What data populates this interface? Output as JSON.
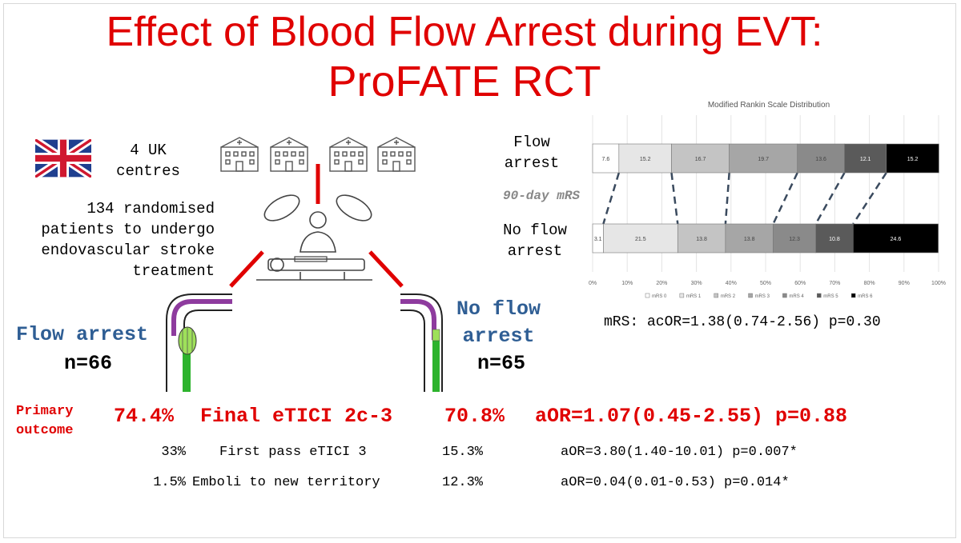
{
  "title_line1": "Effect of Blood Flow Arrest during EVT:",
  "title_line2": "ProFATE RCT",
  "centres": "4 UK\ncentres",
  "randomised": "134 randomised\npatients to undergo\nendovascular stroke\ntreatment",
  "arm_left": {
    "label": "Flow arrest",
    "n": "n=66"
  },
  "arm_right": {
    "label": "No flow\narrest",
    "n": "n=65"
  },
  "chart_row_labels": {
    "top": "Flow\narrest",
    "bottom": "No flow\narrest",
    "middle": "90-day mRS"
  },
  "mrs_result": "mRS: acOR=1.38(0.74-2.56) p=0.30",
  "primary": {
    "label": "Primary\noutcome",
    "left": "74.4%",
    "name": "Final eTICI 2c-3",
    "right": "70.8%",
    "stat": "aOR=1.07(0.45-2.55) p=0.88"
  },
  "secondary": [
    {
      "left": "33%",
      "name": "First pass eTICI 3",
      "right": "15.3%",
      "stat": "aOR=3.80(1.40-10.01) p=0.007*"
    },
    {
      "left": "1.5%",
      "name": "Emboli to new territory",
      "right": "12.3%",
      "stat": "aOR=0.04(0.01-0.53) p=0.014*"
    }
  ],
  "chart_data": {
    "type": "bar",
    "title": "Modified Rankin Scale Distribution",
    "orientation": "horizontal-stacked-100",
    "categories": [
      "Flow arrest",
      "No flow arrest"
    ],
    "series": [
      {
        "name": "mRS 0",
        "values": [
          7.6,
          3.1
        ],
        "color": "#ffffff"
      },
      {
        "name": "mRS 1",
        "values": [
          15.2,
          21.5
        ],
        "color": "#e6e6e6"
      },
      {
        "name": "mRS 2",
        "values": [
          16.7,
          13.8
        ],
        "color": "#c4c4c4"
      },
      {
        "name": "mRS 3",
        "values": [
          19.7,
          13.8
        ],
        "color": "#a6a6a6"
      },
      {
        "name": "mRS 4",
        "values": [
          13.6,
          12.3
        ],
        "color": "#8a8a8a"
      },
      {
        "name": "mRS 5",
        "values": [
          12.1,
          10.8
        ],
        "color": "#5a5a5a"
      },
      {
        "name": "mRS 6",
        "values": [
          15.2,
          24.6
        ],
        "color": "#000000"
      }
    ],
    "x_ticks": [
      "0%",
      "10%",
      "20%",
      "30%",
      "40%",
      "50%",
      "60%",
      "70%",
      "80%",
      "90%",
      "100%"
    ],
    "xlim": [
      0,
      100
    ],
    "legend": "bottom",
    "grid": true
  }
}
